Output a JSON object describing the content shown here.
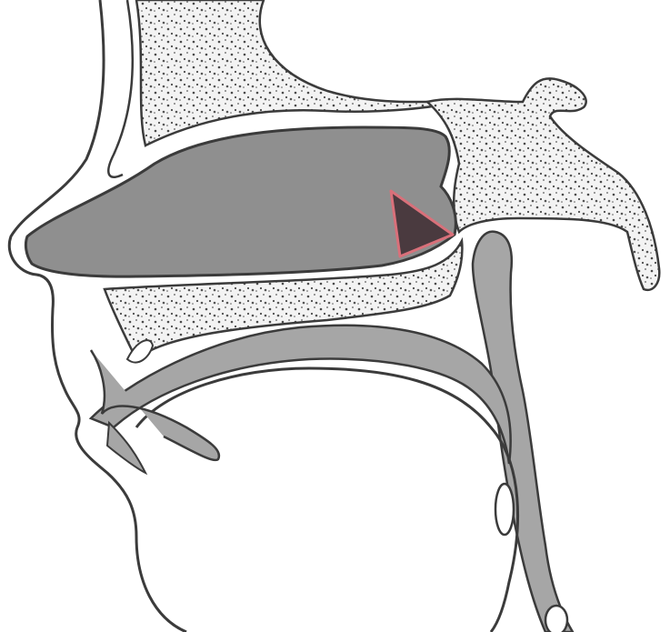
{
  "figure": {
    "type": "anatomical-sagittal-section",
    "background": "#ffffff",
    "style": "pencil-line illustration, no printed labels"
  },
  "colors": {
    "outline": "#3b3b3b",
    "soft_tissue": "#ffffff",
    "stippled_bone": "#f2f2f2",
    "stipple_dots": "#4a4a4a",
    "mucosa_gray": "#a6a6a6",
    "nasal_cavity": "#8f8f8f",
    "highlight_fill": "#4a3a3f",
    "highlight_edge": "#d9707a"
  },
  "regions": [
    {
      "id": "nasal-cavity",
      "fill": "nasal_cavity"
    },
    {
      "id": "frontal-bone",
      "fill": "stippled_bone"
    },
    {
      "id": "sphenoid-bone",
      "fill": "stippled_bone"
    },
    {
      "id": "hard-palate",
      "fill": "stippled_bone"
    },
    {
      "id": "nasopharynx-wall",
      "fill": "mucosa_gray"
    },
    {
      "id": "soft-palate",
      "fill": "mucosa_gray"
    },
    {
      "id": "pharyngeal-wall",
      "fill": "mucosa_gray"
    },
    {
      "id": "highlighted-area",
      "fill": "highlight_fill"
    }
  ]
}
